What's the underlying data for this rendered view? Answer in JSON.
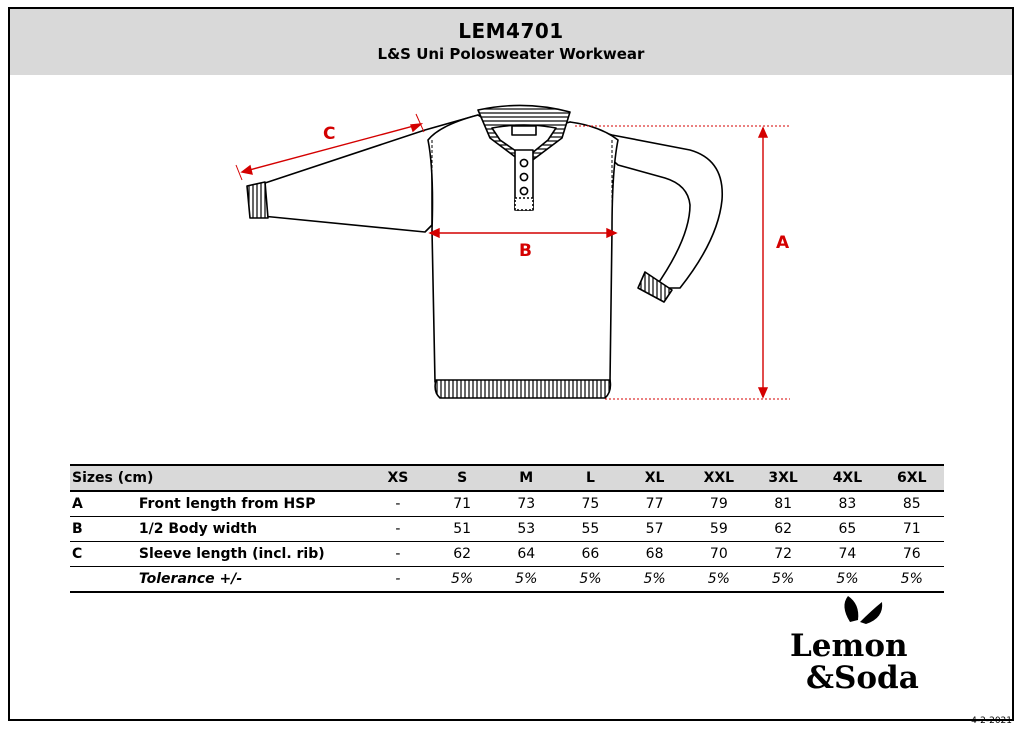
{
  "header": {
    "code": "LEM4701",
    "product_name": "L&S Uni Polosweater Workwear"
  },
  "dimension_labels": {
    "a": "A",
    "b": "B",
    "c": "C"
  },
  "table": {
    "header_label": "Sizes (cm)",
    "sizes": [
      "XS",
      "S",
      "M",
      "L",
      "XL",
      "XXL",
      "3XL",
      "4XL",
      "6XL"
    ],
    "rows": [
      {
        "code": "A",
        "label": "Front length from HSP",
        "values": [
          "-",
          "71",
          "73",
          "75",
          "77",
          "79",
          "81",
          "83",
          "85"
        ]
      },
      {
        "code": "B",
        "label": "1/2 Body width",
        "values": [
          "-",
          "51",
          "53",
          "55",
          "57",
          "59",
          "62",
          "65",
          "71"
        ]
      },
      {
        "code": "C",
        "label": "Sleeve length (incl. rib)",
        "values": [
          "-",
          "62",
          "64",
          "66",
          "68",
          "70",
          "72",
          "74",
          "76"
        ]
      }
    ],
    "tolerance": {
      "label": "Tolerance +/-",
      "values": [
        "-",
        "5%",
        "5%",
        "5%",
        "5%",
        "5%",
        "5%",
        "5%",
        "5%"
      ]
    }
  },
  "logo": {
    "line1": "Lemon",
    "line2": "&Soda",
    "icon": "double-leaf-icon"
  },
  "date": "4-2-2021",
  "colors": {
    "dimension_red": "#d40000",
    "header_gray": "#d9d9d9"
  }
}
